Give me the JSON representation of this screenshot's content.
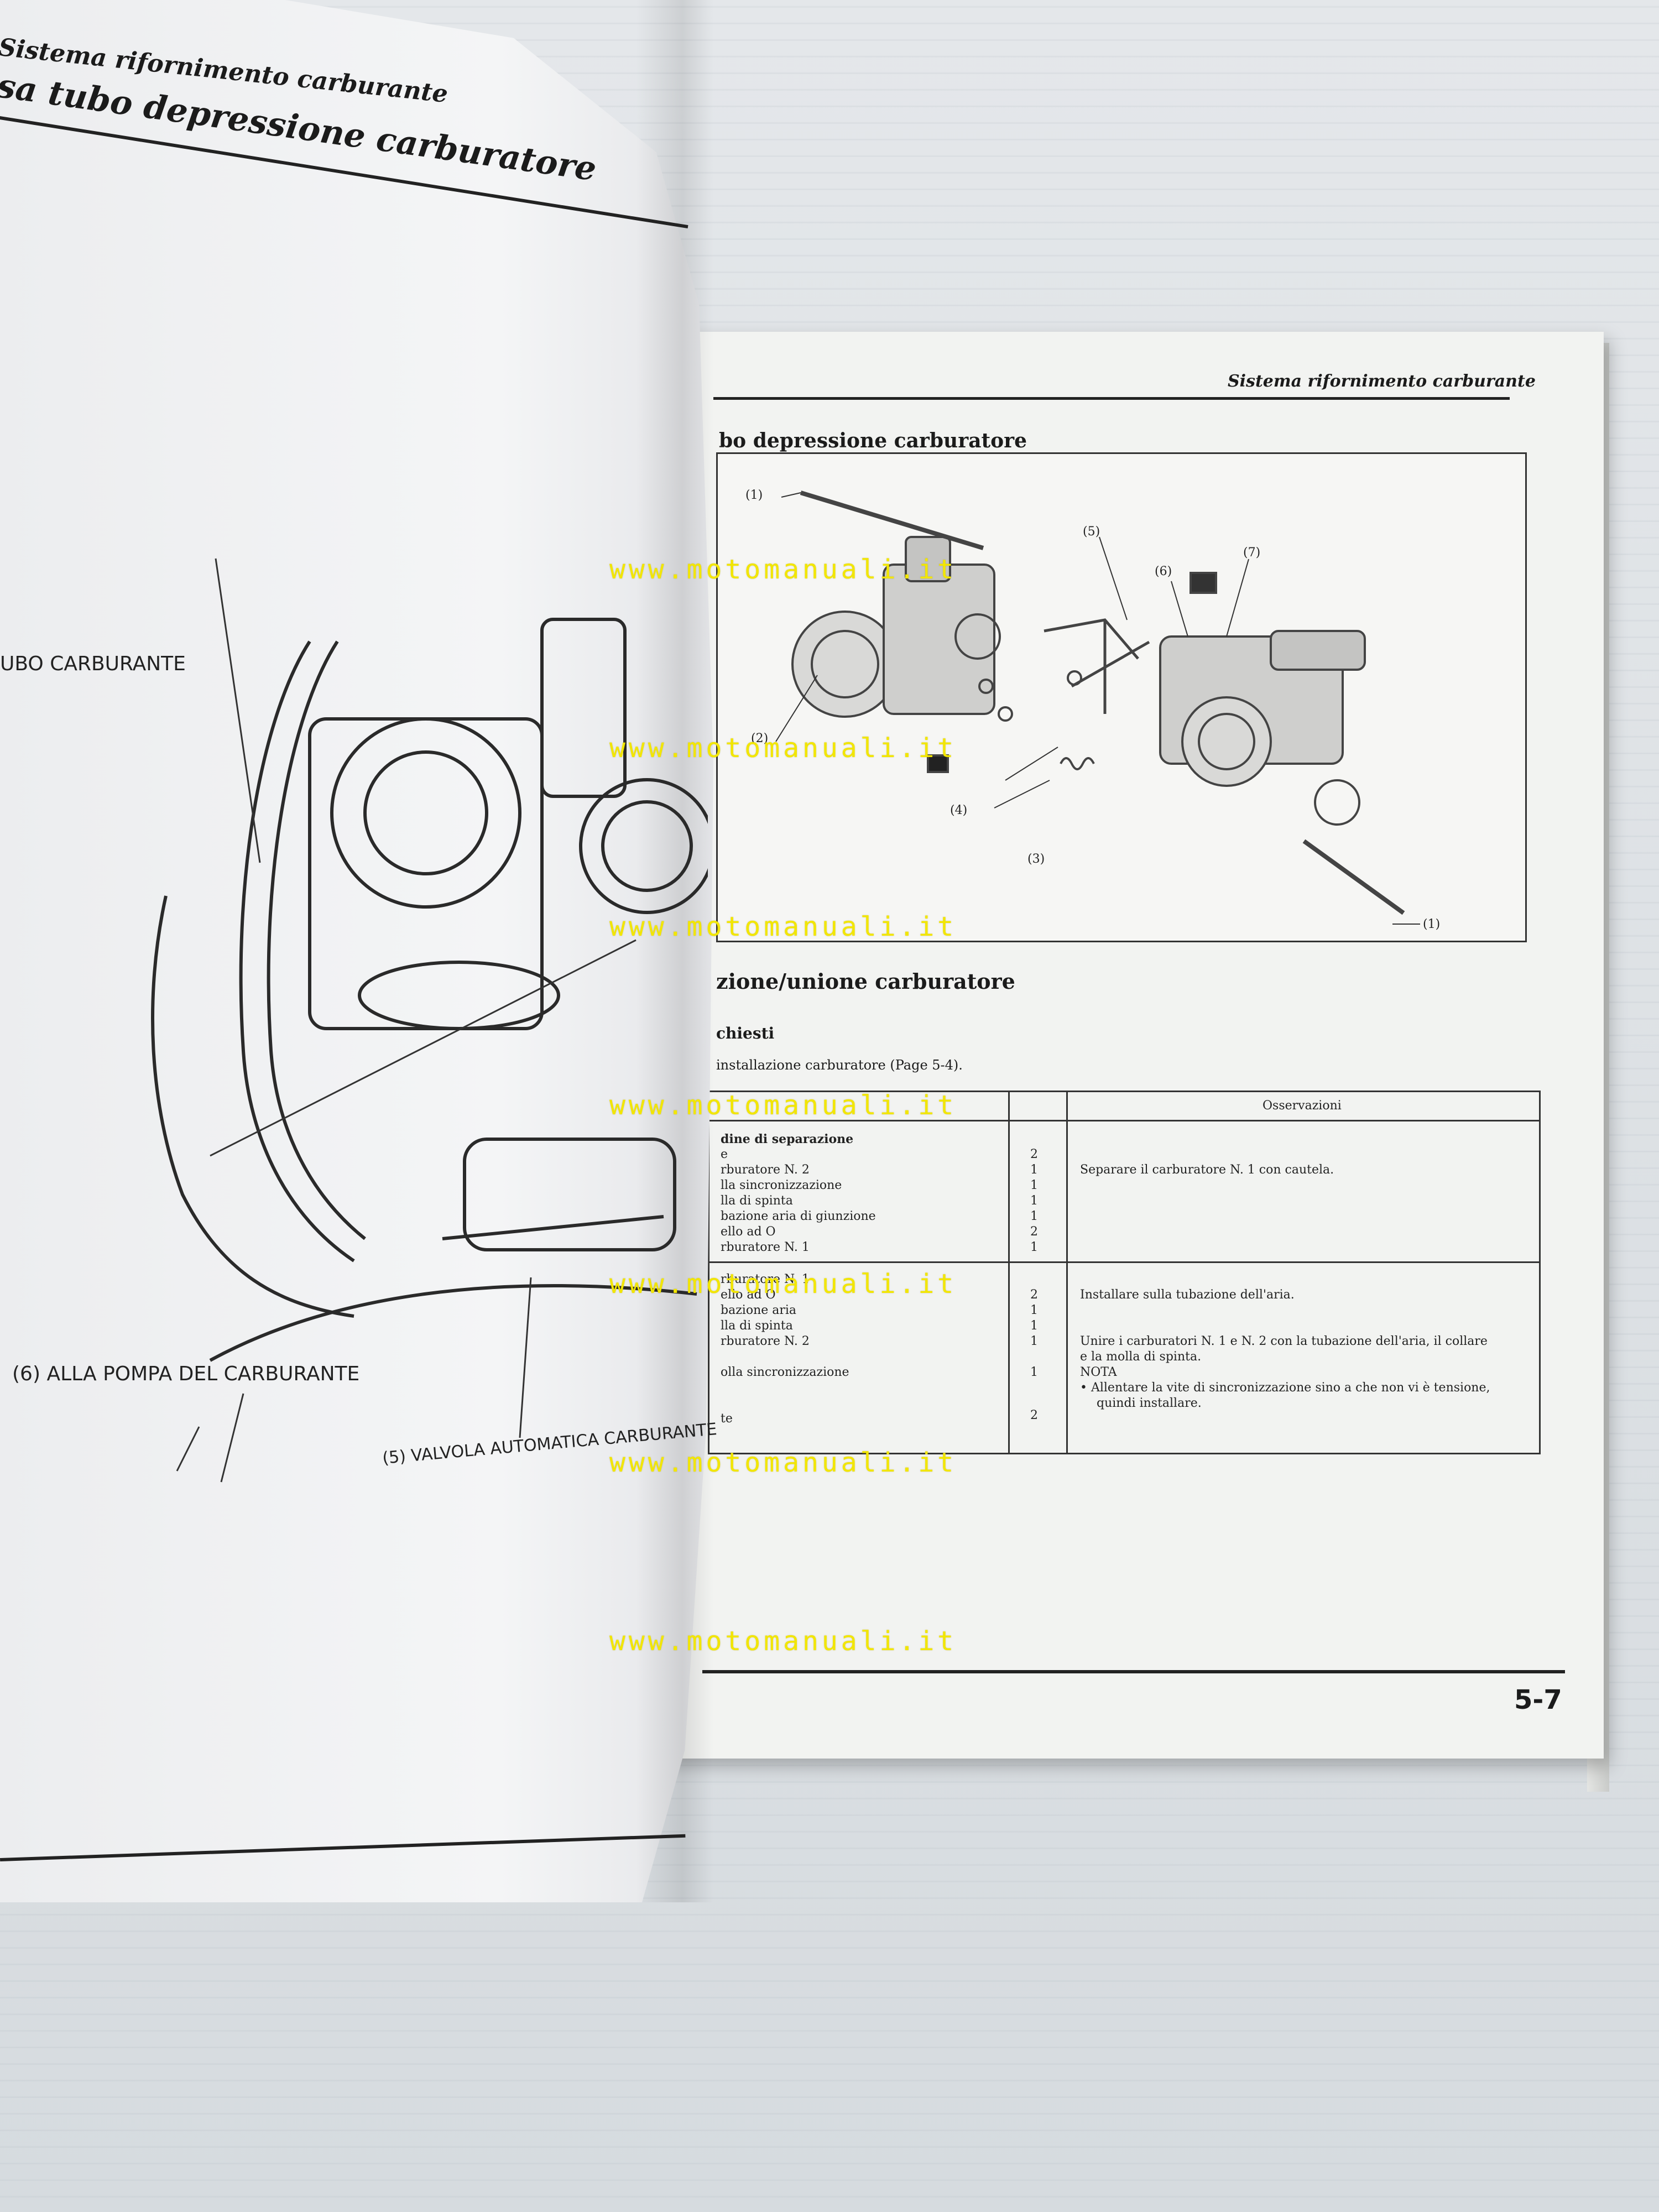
{
  "left_page": {
    "header": "Sistema rifornimento carburante",
    "title": "sa tubo depressione carburatore",
    "labels": {
      "fuel_tube": "UBO CARBURANTE",
      "to_fuel_pump": "(6) ALLA POMPA DEL CARBURANTE",
      "auto_valve": "(5) VALVOLA AUTOMATICA CARBURANTE"
    }
  },
  "right_page": {
    "header": "Sistema rifornimento carburante",
    "title": "bo depressione carburatore",
    "callouts": [
      "(1)",
      "(2)",
      "(3)",
      "(4)",
      "(5)",
      "(6)",
      "(7)",
      "(1)"
    ],
    "section_title": "zione/unione carburatore",
    "subsection": "chiesti",
    "note": "installazione carburatore (Page 5-4).",
    "table": {
      "headers": [
        "Osservazioni"
      ],
      "separation_title": "dine di separazione",
      "separation_rows": [
        {
          "item": "e",
          "qty": "2"
        },
        {
          "item": "rburatore N. 2",
          "qty": "1"
        },
        {
          "item": "lla sincronizzazione",
          "qty": "1"
        },
        {
          "item": "lla di spinta",
          "qty": "1"
        },
        {
          "item": "bazione aria di giunzione",
          "qty": "1"
        },
        {
          "item": "ello ad O",
          "qty": "2"
        },
        {
          "item": "rburatore N. 1",
          "qty": "1"
        }
      ],
      "separation_remark": "Separare il carburatore N. 1 con cautela.",
      "assembly_rows": [
        {
          "item": "rburatore N. 1",
          "qty": ""
        },
        {
          "item": "ello ad O",
          "qty": "2"
        },
        {
          "item": "bazione aria",
          "qty": "1"
        },
        {
          "item": "lla di spinta",
          "qty": "1"
        },
        {
          "item": "rburatore N. 2",
          "qty": "1"
        },
        {
          "item": "olla sincronizzazione",
          "qty": "1"
        },
        {
          "item": "te",
          "qty": "2"
        }
      ],
      "assembly_remark_1": "Installare sulla tubazione dell'aria.",
      "assembly_remark_2a": "Unire i carburatori N. 1 e N. 2 con la tubazione dell'aria, il collare",
      "assembly_remark_2b": "e la molla di spinta.",
      "nota": "NOTA",
      "nota_text_a": "• Allentare la vite di sincronizzazione sino a che non vi è tensione,",
      "nota_text_b": "quindi installare."
    },
    "page_number": "5-7"
  },
  "watermark": "www.motomanuali.it",
  "colors": {
    "watermark": "#f2e600",
    "paper": "#f2f3f1",
    "ink": "#1b1b1b"
  }
}
